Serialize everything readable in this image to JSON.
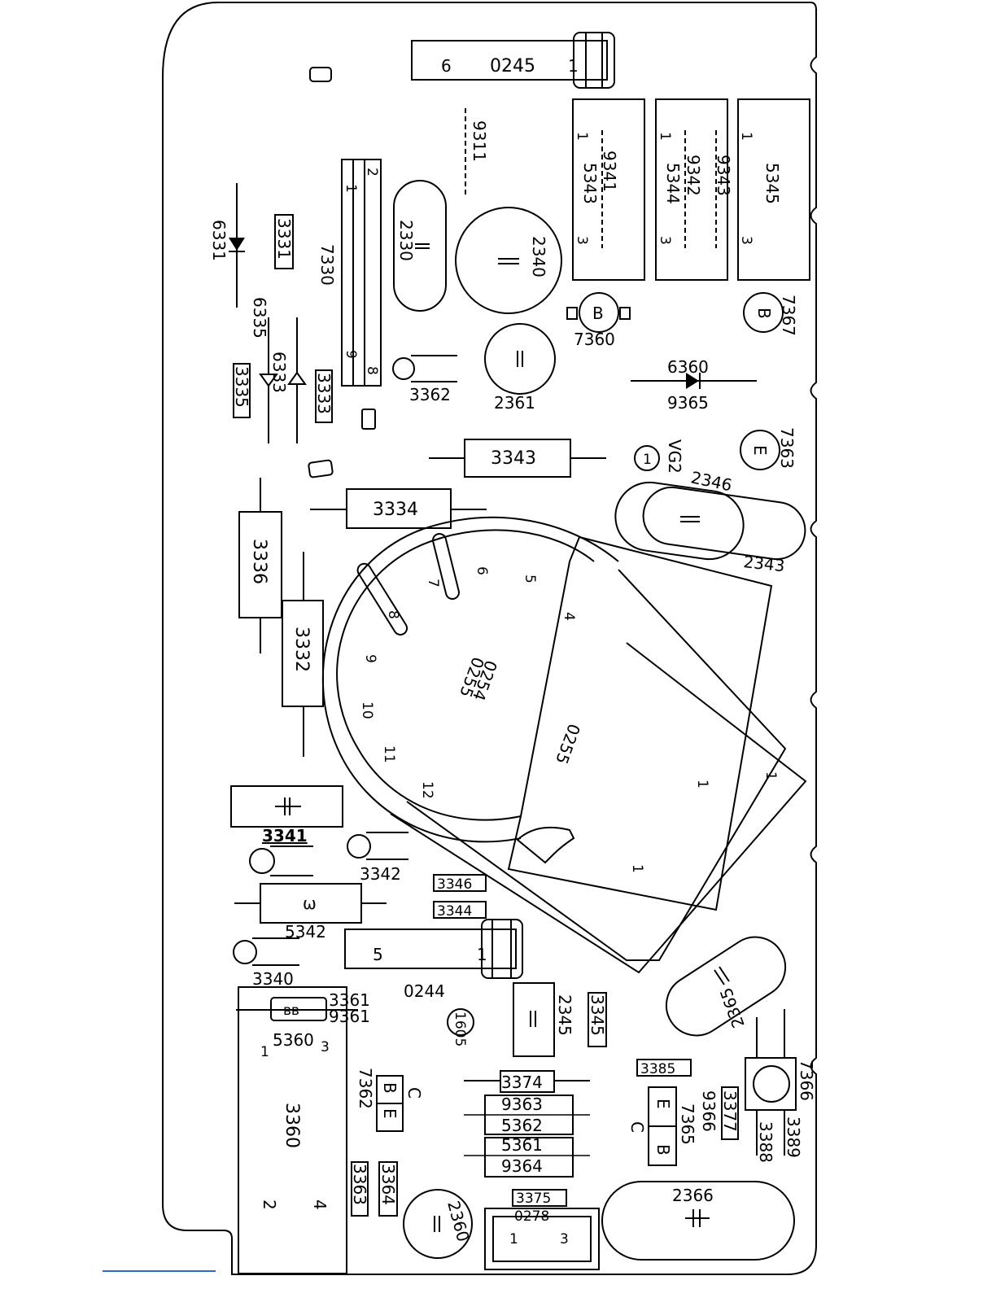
{
  "board": {
    "connectors": {
      "c0245": {
        "ref": "0245",
        "pin_left": "6",
        "pin_right": "1"
      },
      "c0244": {
        "ref": "0244",
        "pin_left": "5",
        "pin_right": "1"
      },
      "c0278": {
        "ref": "0278",
        "pin_left": "1",
        "pin_right": "3"
      }
    },
    "jumpers": {
      "j9311": "9311",
      "j9341": "9341",
      "j9342": "9342",
      "j9343": "9343",
      "j9365": "9365",
      "j9361": "9361",
      "j9363": "9363",
      "j9364": "9364",
      "j9366": "9366"
    },
    "coils": {
      "l5343": {
        "ref": "5343",
        "p1": "1",
        "p3": "3"
      },
      "l5344": {
        "ref": "5344",
        "p1": "1",
        "p3": "3"
      },
      "l5345": {
        "ref": "5345",
        "p1": "1",
        "p3": "3"
      },
      "l5342": "5342",
      "l5360": {
        "ref": "5360",
        "p1": "1",
        "p3": "3"
      },
      "l5361": "5361",
      "l5362": "5362"
    },
    "resistors": {
      "r3331": "3331",
      "r3333": "3333",
      "r3335": "3335",
      "r3343": "3343",
      "r3334": "3334",
      "r3336": "3336",
      "r3332": "3332",
      "r3341": "3341",
      "r3342": "3342",
      "r3340": "3340",
      "r3346": "3346",
      "r3344": "3344",
      "r3345": "3345",
      "r3361": "3361",
      "r3362": "3362",
      "r3374": "3374",
      "r3385": "3385",
      "r3377": "3377",
      "r3388": "3388",
      "r3389": "3389",
      "r3363": "3363",
      "r3364": "3364",
      "r3375": "3375",
      "r3360": {
        "ref": "3360",
        "p1": "1",
        "p2": "2",
        "p4": "4"
      }
    },
    "capacitors": {
      "c2330": "2330",
      "c2340": "2340",
      "c2361": "2361",
      "c2346": "2346",
      "c2343": "2343",
      "c2345": "2345",
      "c2365": "2365",
      "c2366": "2366",
      "c2360": "2360"
    },
    "diodes": {
      "d6331": "6331",
      "d6335": "6335",
      "d6333": "6333",
      "d6360": "6360"
    },
    "transistors": {
      "q7360": {
        "ref": "7360",
        "pin": "B"
      },
      "q7367": {
        "ref": "7367",
        "pin": "B"
      },
      "q7363": {
        "ref": "7363",
        "pin": "E"
      },
      "q7362": {
        "ref": "7362",
        "b": "B",
        "e": "E",
        "c": "C"
      },
      "q7365": {
        "ref": "7365",
        "b": "B",
        "e": "E",
        "c": "C"
      },
      "q7366": {
        "ref": "7366"
      }
    },
    "ic": {
      "ref": "7330",
      "p1": "1",
      "p2": "2",
      "p8": "8",
      "p9": "9"
    },
    "test_point": {
      "label": "VG2",
      "pin": "1"
    },
    "fuse": {
      "ref": "1605"
    },
    "socket": {
      "ref1": "0254",
      "ref2": "0255",
      "ref3": "0255",
      "pins": [
        "1",
        "4",
        "5",
        "6",
        "7",
        "8",
        "9",
        "10",
        "11",
        "12"
      ],
      "tab1": "1",
      "tab2": "1"
    }
  }
}
